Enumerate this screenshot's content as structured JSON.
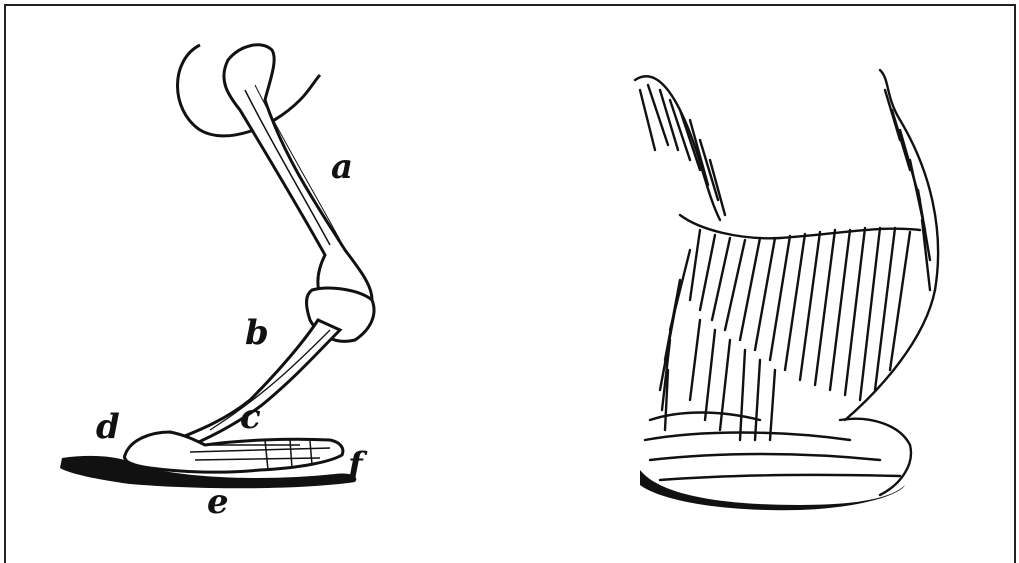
{
  "illustration": {
    "labels": {
      "a": "a",
      "b": "b",
      "c": "c",
      "d": "d",
      "e": "e",
      "f": "f"
    }
  },
  "colors": {
    "ink": "#111111",
    "paper": "#ffffff",
    "border": "#222222"
  }
}
